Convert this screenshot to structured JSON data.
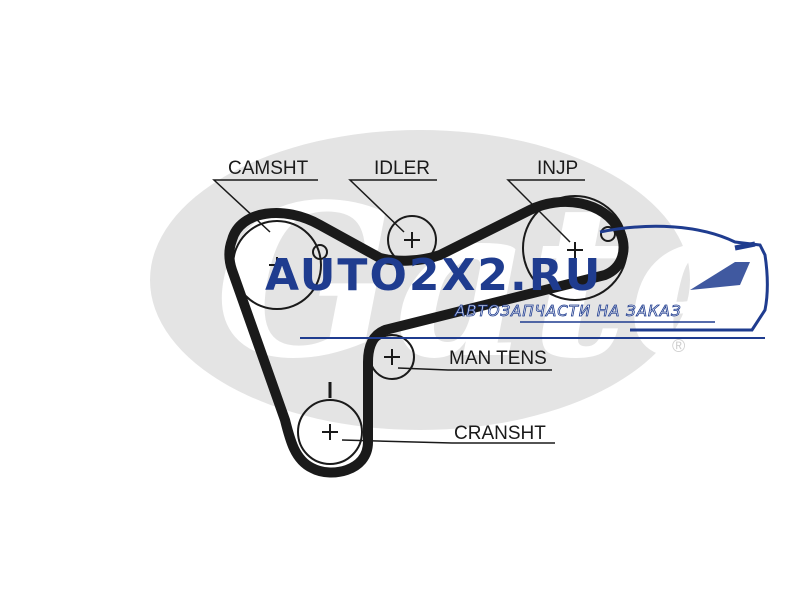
{
  "diagram": {
    "labels": {
      "camshaft": "CAMSHT",
      "idler": "IDLER",
      "injection_pump": "INJP",
      "manual_tensioner": "MAN TENS",
      "crankshaft": "CRANSHT"
    }
  },
  "background_logo": {
    "text": "Gates",
    "registered_mark": "®"
  },
  "watermark": {
    "main_text": "AUTO2X2.RU",
    "sub_text": "АВТОЗАПЧАСТИ НА ЗАКАЗ",
    "color": "#1f3c8f"
  },
  "colors": {
    "line": "#1a1a1a",
    "logo_gray": "#e4e4e4"
  }
}
